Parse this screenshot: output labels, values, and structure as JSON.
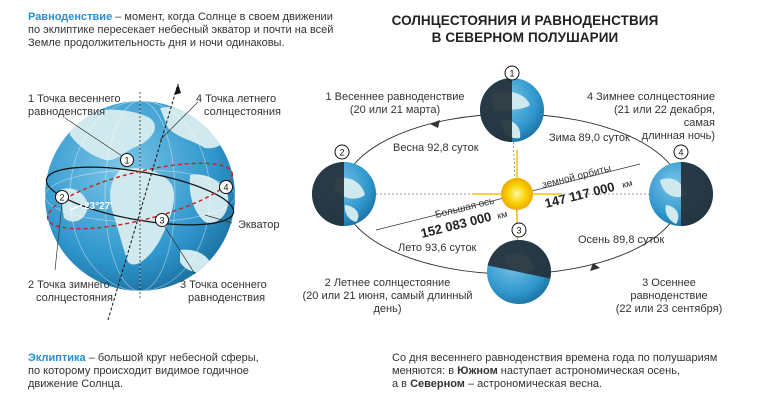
{
  "title_line1": "СОЛНЦЕСТОЯНИЯ И РАВНОДЕНСТВИЯ",
  "title_line2": "В СЕВЕРНОМ ПОЛУШАРИИ",
  "equinox_def": {
    "term": "Равноденствие",
    "line1_rest": " – момент, когда Солнце в своем движении",
    "line2": "по эклиптике пересекает небесный экватор и почти на всей",
    "line3": "Земле продолжительность дня и ночи одинаковы."
  },
  "ecliptic_def": {
    "term": "Эклиптика",
    "line1_rest": " – большой круг небесной сферы,",
    "line2": "по которому происходит видимое годичное",
    "line3": "движение Солнца."
  },
  "bottom_note": {
    "line1": "Со дня весеннего равноденствия времена года по полушариям",
    "line2_a": "меняются: в ",
    "line2_b": "Южном",
    "line2_c": " наступает астрономическая осень,",
    "line3_a": "а в ",
    "line3_b": "Северном",
    "line3_c": " – астрономическая весна."
  },
  "globe_labels": {
    "p1_l1": "1 Точка весеннего",
    "p1_l2": "равноденствия",
    "p4_l1": "4 Точка летнего",
    "p4_l2": "солнцестояния",
    "p2_l1": "2 Точка зимнего",
    "p2_l2": "солнцестояния",
    "p3_l1": "3 Точка осеннего",
    "p3_l2": "равноденствия",
    "equator": "Экватор",
    "angle": "23°27'",
    "n1": "1",
    "n2": "2",
    "n3": "3",
    "n4": "4"
  },
  "orbit_labels": {
    "e1_l1": "1  Весеннее равноденствие",
    "e1_l2": "(20 или 21 марта)",
    "e4_l1": "4  Зимнее солнцестояние",
    "e4_l2": "(21 или 22 декабря, самая",
    "e4_l3": "длинная ночь)",
    "e2_l1": "2  Летнее солнцестояние",
    "e2_l2": "(20 или 21 июня, самый длинный день)",
    "e3_l1": "3  Осеннее равноденствие",
    "e3_l2": "(22 или 23 сентября)",
    "spring": "Весна 92,8 суток",
    "winter": "Зима 89,0 суток",
    "summer": "Лето 93,6 суток",
    "autumn": "Осень 89,8 суток",
    "major_axis": "Большая ось",
    "major_value": "152 083 000",
    "major_unit": "км",
    "orbit_name": "земной орбиты",
    "orbit_value": "147 117 000",
    "orbit_unit": "км",
    "n1": "1",
    "n2": "2",
    "n3": "3",
    "n4": "4"
  },
  "colors": {
    "accent": "#2a8fd0",
    "ocean": "#3fa6d6",
    "land": "#c8e6ec",
    "night": "#243038",
    "sun": "#f6c400",
    "ecliptic": "#d11d1d"
  }
}
